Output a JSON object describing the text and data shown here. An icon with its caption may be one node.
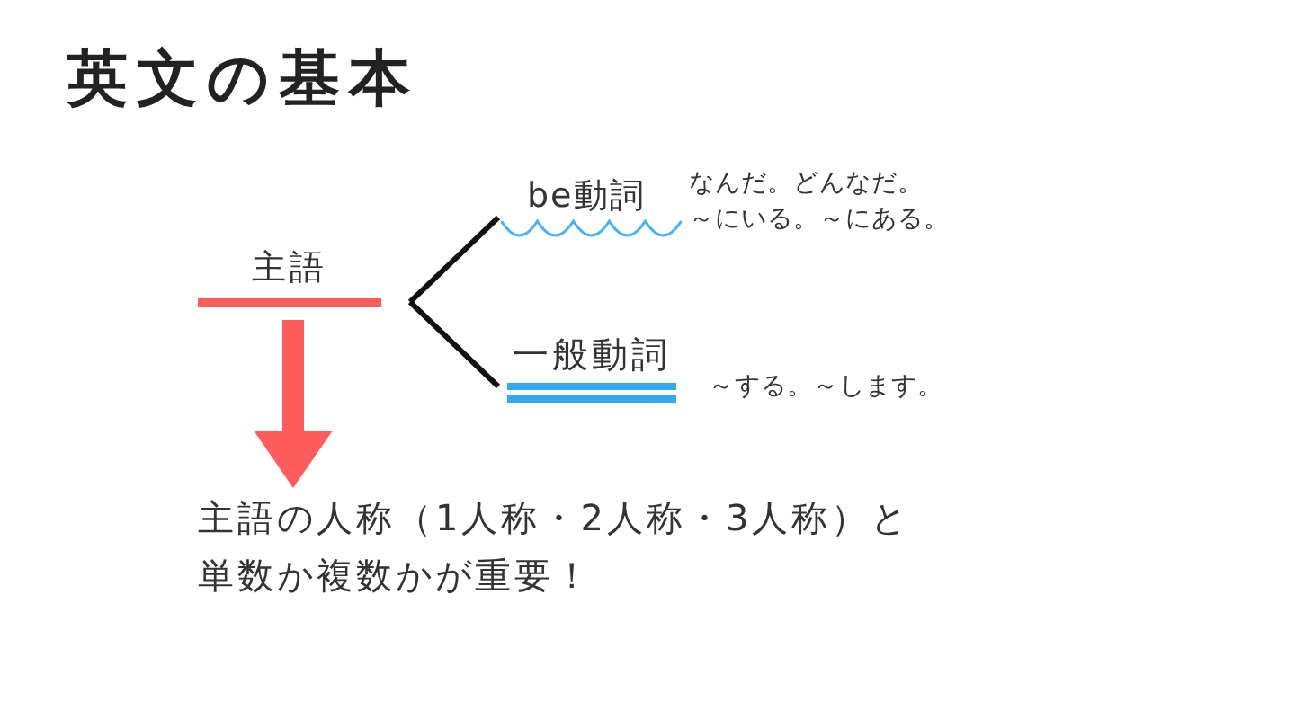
{
  "diagram": {
    "title": "英文の基本",
    "nodes": [
      {
        "text": [
          "主語"
        ]
      },
      {
        "text": [
          "be動詞"
        ],
        "beside": [
          "なんだ。どんなだ。",
          "～にいる。～にある。"
        ]
      },
      {
        "text": [
          "一般動詞"
        ],
        "beside": [
          "～する。～します。"
        ]
      },
      {
        "text": [
          "主語の人称（1人称・2人称・3人称）と単数か複数かが重要！"
        ]
      }
    ],
    "edges": [
      {
        "from": 0,
        "to": 1,
        "arrow": "none"
      },
      {
        "from": 0,
        "to": 2,
        "arrow": "none"
      },
      {
        "from": 0,
        "to": 3,
        "arrow": "to",
        "style": "thick",
        "color": "#ff5c5c"
      }
    ]
  }
}
